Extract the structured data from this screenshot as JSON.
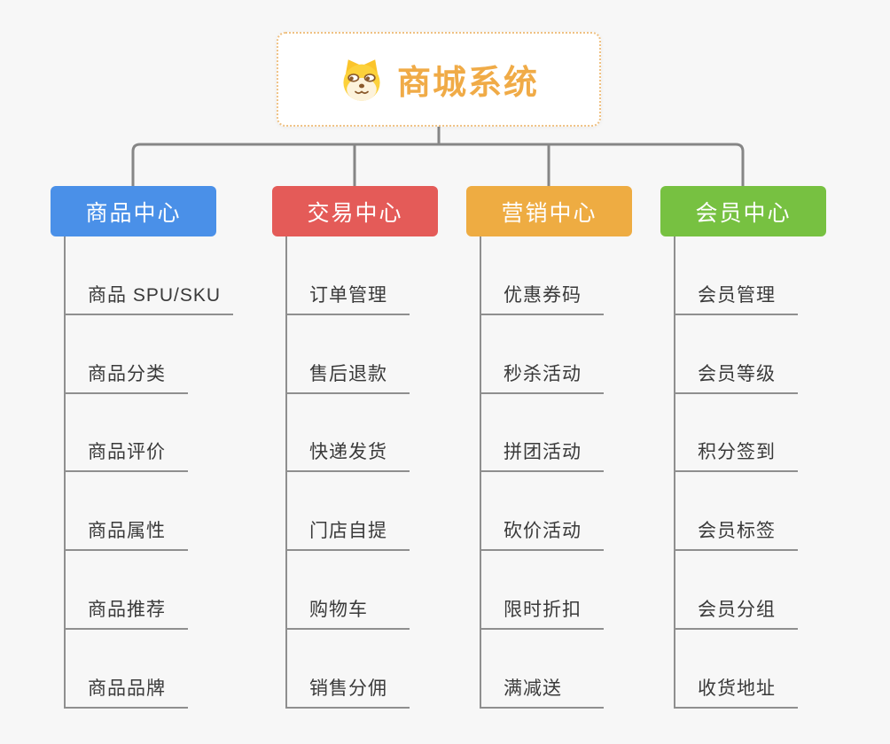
{
  "root": {
    "label": "商城系统",
    "icon": "doge-icon",
    "text_color": "#f0ab47",
    "border_color": "#efc183"
  },
  "connector_color": "#868686",
  "branches": [
    {
      "label": "商品中心",
      "color": "#4a90e8",
      "children": [
        "商品 SPU/SKU",
        "商品分类",
        "商品评价",
        "商品属性",
        "商品推荐",
        "商品品牌"
      ]
    },
    {
      "label": "交易中心",
      "color": "#e45b58",
      "children": [
        "订单管理",
        "售后退款",
        "快递发货",
        "门店自提",
        "购物车",
        "销售分佣"
      ]
    },
    {
      "label": "营销中心",
      "color": "#eeac42",
      "children": [
        "优惠券码",
        "秒杀活动",
        "拼团活动",
        "砍价活动",
        "限时折扣",
        "满减送"
      ]
    },
    {
      "label": "会员中心",
      "color": "#77c141",
      "children": [
        "会员管理",
        "会员等级",
        "积分签到",
        "会员标签",
        "会员分组",
        "收货地址"
      ]
    }
  ]
}
